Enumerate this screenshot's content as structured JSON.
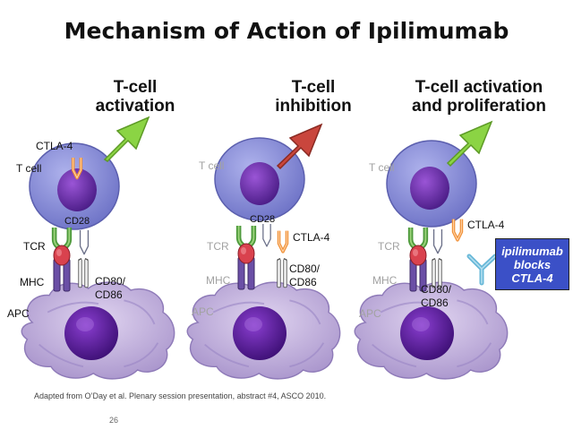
{
  "slide": {
    "title": "Mechanism of Action of Ipilimumab",
    "credit": "Adapted from O’Day et al. Plenary session presentation, abstract #4, ASCO 2010.",
    "page_number": "26"
  },
  "panels": [
    {
      "heading": "T-cell\nactivation",
      "arrow_color": "#8bd444",
      "labels": {
        "t_cell": "T cell",
        "ctla4": "CTLA-4",
        "cd28": "CD28",
        "tcr": "TCR",
        "mhc": "MHC",
        "cd80": "CD80/\nCD86",
        "apc": "APC"
      }
    },
    {
      "heading": "T-cell\ninhibition",
      "arrow_color": "#c9463d",
      "labels": {
        "t_cell": "T cell",
        "cd28": "CD28",
        "ctla4": "CTLA-4",
        "tcr": "TCR",
        "mhc": "MHC",
        "cd80": "CD80/\nCD86",
        "apc": "APC"
      }
    },
    {
      "heading": "T-cell activation\nand proliferation",
      "arrow_color": "#8bd444",
      "labels": {
        "t_cell": "T cell",
        "ctla4": "CTLA-4",
        "tcr": "TCR",
        "mhc": "MHC",
        "cd80": "CD80/\nCD86",
        "apc": "APC"
      },
      "blocker": "ipilimumab\nblocks\nCTLA-4"
    }
  ],
  "colors": {
    "tcell_fill": "#8a8fd8",
    "nucleus_fill": "#6a2ea8",
    "apc_fill": "#c4b2de",
    "apc_nucleus": "#5a1f9a",
    "tcr_green": "#4e9a3c",
    "mhc_red": "#d9424e",
    "ctla4_orange": "#f0923a",
    "antibody_blue": "#68b8d8",
    "blocker_box": "#3b50c7"
  },
  "icons": [
    "up-right-arrow-icon",
    "antibody-icon"
  ]
}
